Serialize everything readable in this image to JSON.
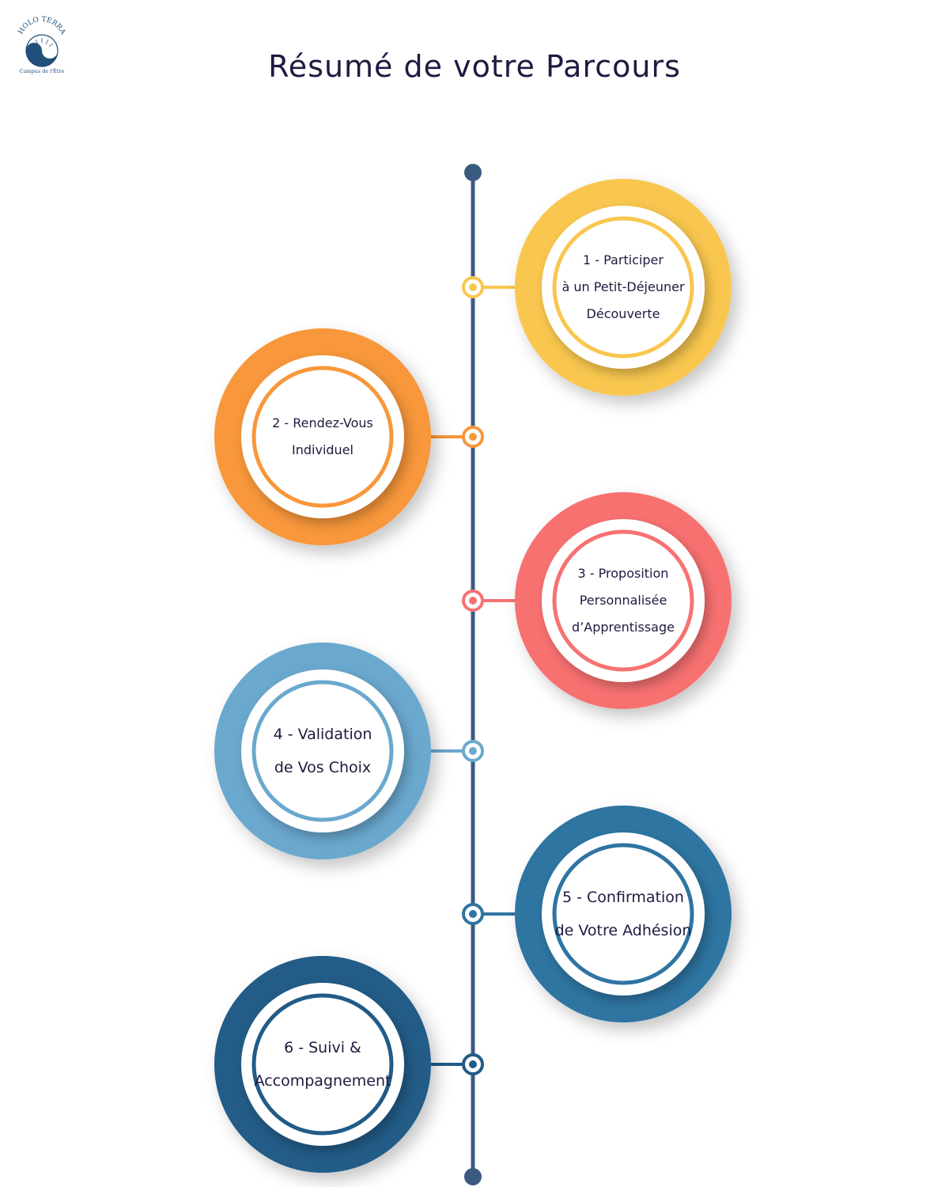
{
  "logo": {
    "brand": "HOLO TERRA",
    "tagline": "Campus de l'Être",
    "color": "#1f4f7a"
  },
  "title": "Résumé de votre Parcours",
  "timeline_color": "#3a5a80",
  "steps": [
    {
      "lines": [
        "1 - Participer",
        "à un Petit-Déjeuner",
        "Découverte"
      ],
      "color": "#f9c74f",
      "color_dark": "#e9b23b",
      "side": "right"
    },
    {
      "lines": [
        "2 - Rendez-Vous",
        "Individuel"
      ],
      "color": "#f8973b",
      "color_dark": "#e67e22",
      "side": "left"
    },
    {
      "lines": [
        "3 - Proposition",
        "Personnalisée",
        "d’Apprentissage"
      ],
      "color": "#f87171",
      "color_dark": "#ef5f5f",
      "side": "right"
    },
    {
      "lines": [
        "4 - Validation",
        "de Vos Choix"
      ],
      "color": "#6aa8ce",
      "color_dark": "#4f8fbb",
      "side": "left"
    },
    {
      "lines": [
        "5 - Confirmation",
        "de Votre Adhésion"
      ],
      "color": "#2f74a2",
      "color_dark": "#1f5f8b",
      "side": "right"
    },
    {
      "lines": [
        "6 - Suivi &",
        "Accompagnement"
      ],
      "color": "#215b87",
      "color_dark": "#18466d",
      "side": "left"
    }
  ]
}
